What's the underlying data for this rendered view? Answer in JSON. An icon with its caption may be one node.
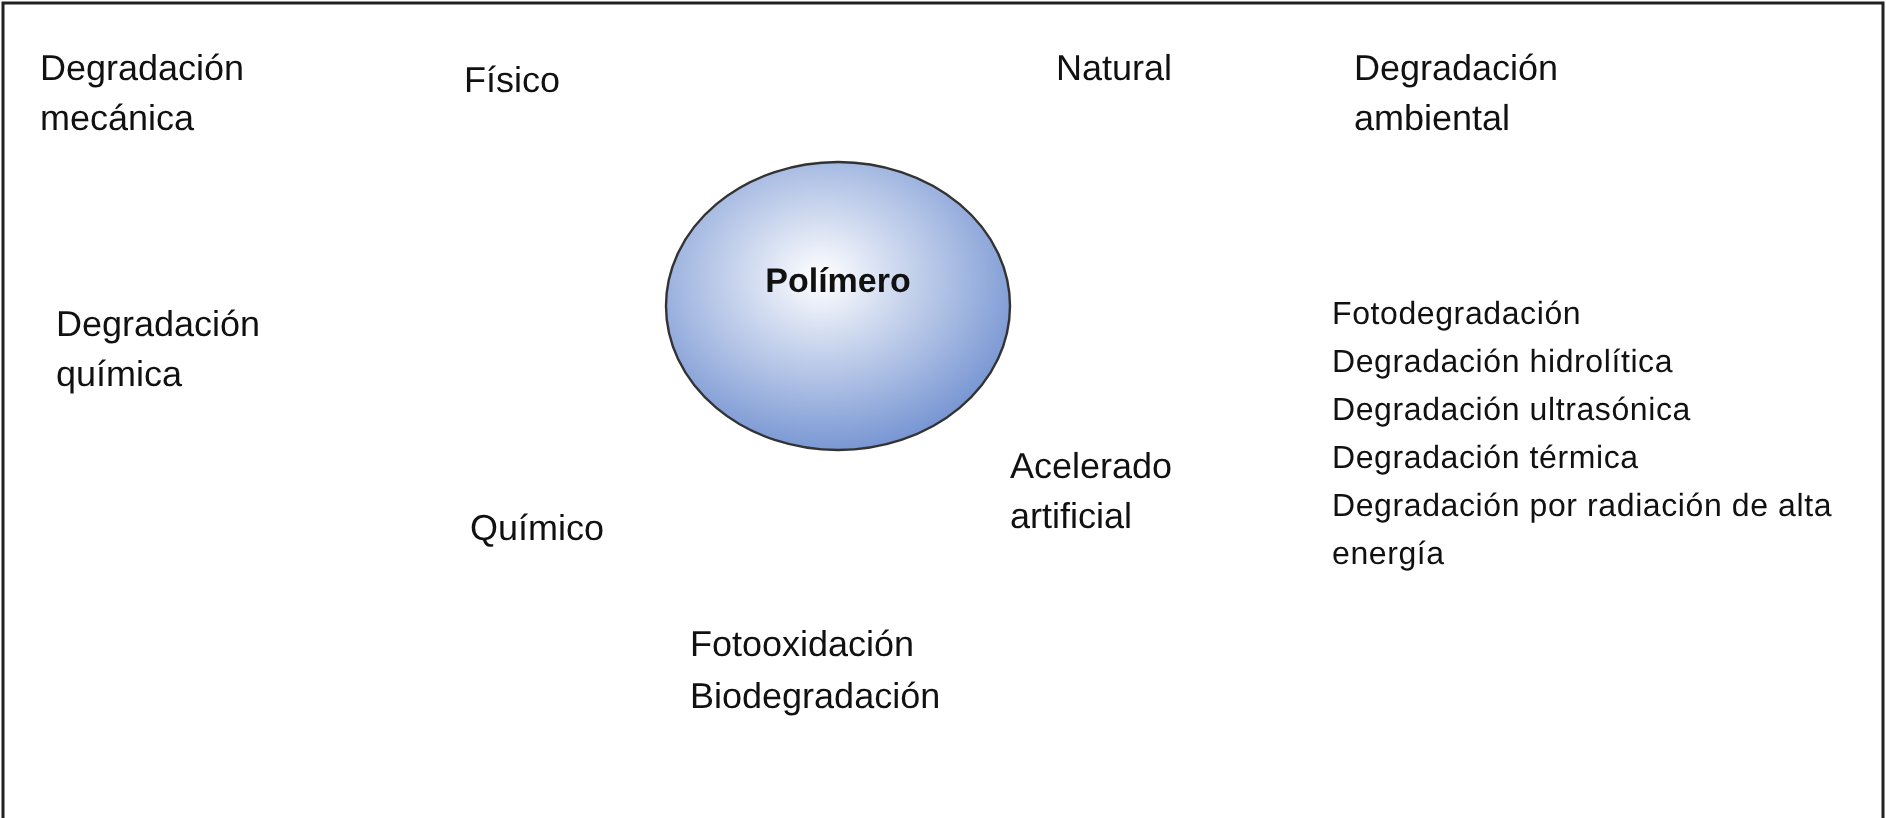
{
  "diagram": {
    "nodes": [
      {
        "text": [
          "Polímero"
        ]
      }
    ],
    "edges": [],
    "labels": [
      "Degradación mecánica",
      "Físico",
      "Natural",
      "Degradación ambiental",
      "Degradación química",
      "Fotodegradación",
      "Degradación hidrolítica",
      "Degradación ultrasónica",
      "Degradación térmica",
      "Degradación por radiación de alta energía",
      "Químico",
      "Acelerado artificial",
      "Fotooxidación",
      "Biodegradación"
    ]
  }
}
